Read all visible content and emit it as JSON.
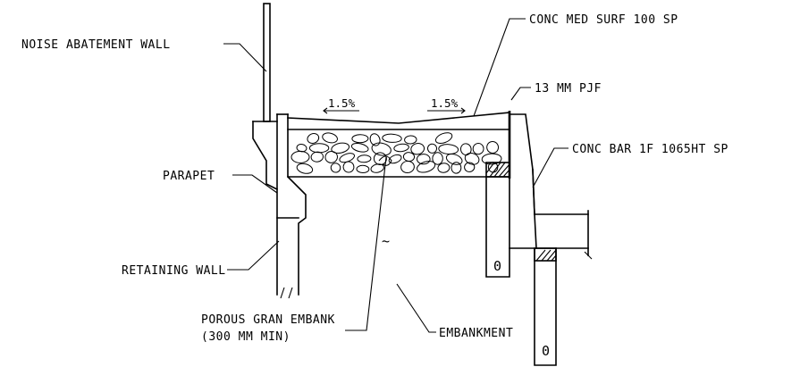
{
  "labels": {
    "noise_wall": "NOISE ABATEMENT WALL",
    "parapet": "PARAPET",
    "retaining_wall": "RETAINING WALL",
    "porous_embank_line1": "POROUS GRAN EMBANK",
    "porous_embank_line2": "(300 MM MIN)",
    "embankment": "EMBANKMENT",
    "median_surface": "CONC MED SURF 100 SP",
    "pjf": "13 MM PJF",
    "barrier": "CONC BAR 1F 1065HT SP",
    "slope_left": "1.5%",
    "slope_right": "1.5%",
    "pier_mark_1": "0",
    "pier_mark_2": "0",
    "tilde": "~"
  }
}
